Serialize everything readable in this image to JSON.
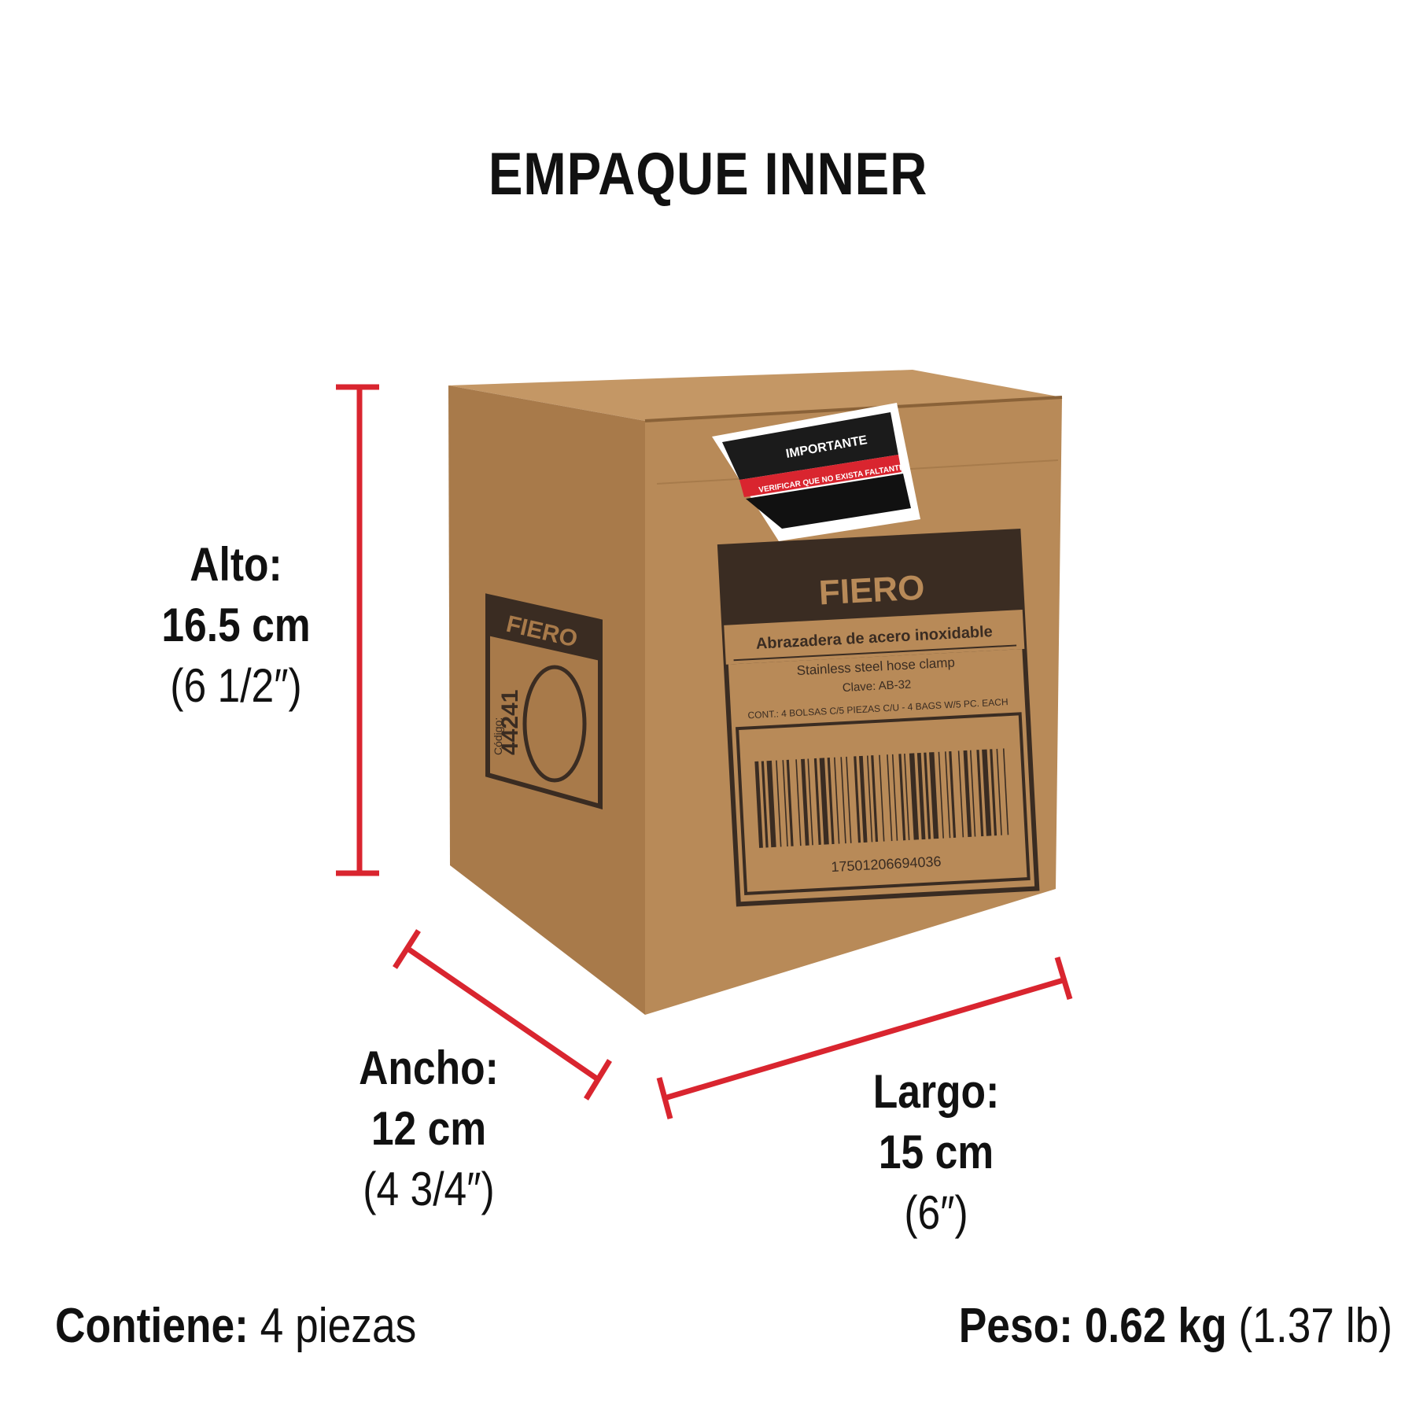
{
  "title": "EMPAQUE INNER",
  "colors": {
    "accent": "#d9252f",
    "cardboard": "#b88a58",
    "ink": "#3a2c22"
  },
  "dimensions": {
    "alto": {
      "label": "Alto:",
      "metric": "16.5 cm",
      "imperial": "(6 1/2″)"
    },
    "ancho": {
      "label": "Ancho:",
      "metric": "12 cm",
      "imperial": "(4 3/4″)"
    },
    "largo": {
      "label": "Largo:",
      "metric": "15 cm",
      "imperial": "(6″)"
    }
  },
  "contents": {
    "label": "Contiene:",
    "value": "4 piezas"
  },
  "weight": {
    "label": "Peso:",
    "value": "0.62 kg",
    "imperial": "(1.37 lb)"
  },
  "box": {
    "brand": "FIERO",
    "product_es": "Abrazadera de acero inoxidable",
    "product_en": "Stainless steel hose clamp",
    "clave": "Clave: AB-32",
    "cont": "CONT.: 4 BOLSAS C/5 PIEZAS C/U - 4 BAGS W/5 PC. EACH",
    "barcode_number": "17501206694036",
    "side_code": "44241",
    "side_code_label": "Código:",
    "sticker_title": "IMPORTANTE",
    "sticker_footer": "VERIFICAR QUE NO EXISTA FALTANTE"
  }
}
